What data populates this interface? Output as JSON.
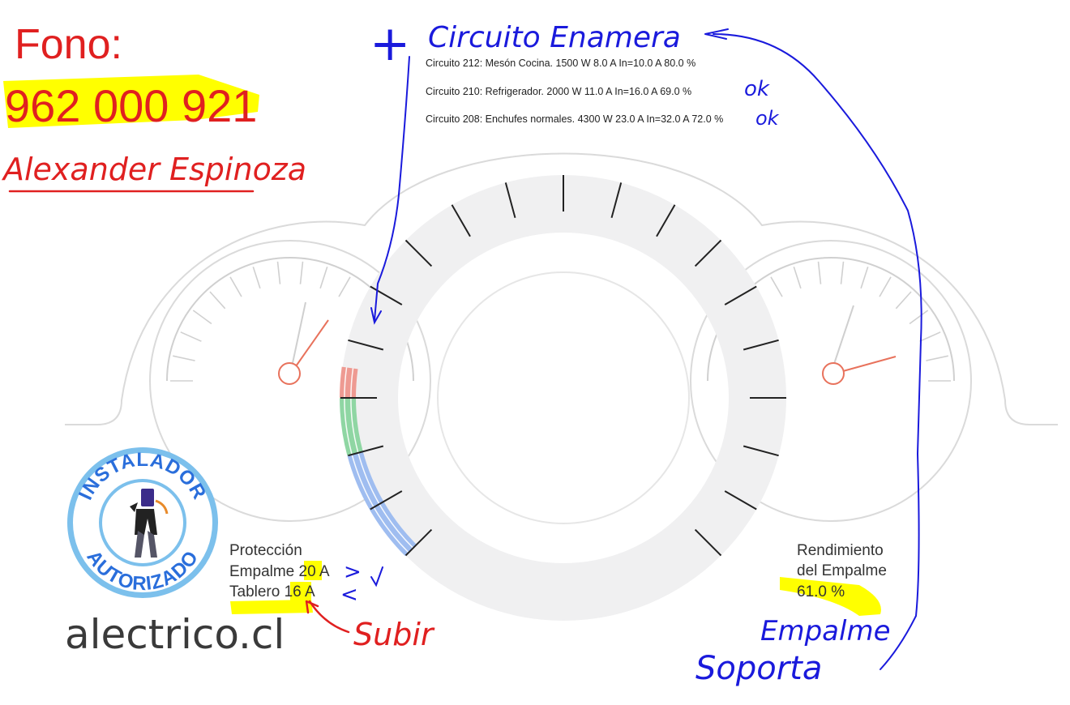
{
  "handwriting": {
    "phone_label": "Fono:",
    "phone_number": "962 000 921",
    "person_name": "Alexander Espinoza",
    "first_circuit": "Circuito Enamera",
    "plus_sign": "+",
    "ok_1": "ok",
    "ok_2": "ok",
    "greater_than": ">",
    "less_than": "<",
    "subir": "Subir",
    "empalme": "Empalme",
    "soporta": "Soporta"
  },
  "circuits": [
    "Circuito 212: Mesón Cocina. 1500 W 8.0 A In=10.0 A 80.0 %",
    "Circuito 210: Refrigerador. 2000 W 11.0 A In=16.0 A 69.0 %",
    "Circuito 208: Enchufes normales. 4300 W 23.0 A In=32.0 A 72.0 %"
  ],
  "protection": {
    "title": "Protección",
    "empalme_prefix": "Empalme ",
    "empalme_value": "20",
    "empalme_unit": " A",
    "tablero_prefix": "Tablero ",
    "tablero_value": "16",
    "tablero_unit": " A"
  },
  "performance": {
    "line1": "Rendimiento",
    "line2": "del Empalme",
    "value": "61.0 %"
  },
  "logo": {
    "top_text": "INSTALADOR",
    "bottom_text": "AUTORIZADO",
    "site": "alectrico.cl"
  },
  "colors": {
    "ink_red": "#e02020",
    "ink_blue": "#1a1adc",
    "highlight": "#ffff00",
    "needle": "#e8725c",
    "gauge_line": "#d8d8d8",
    "ring_fill": "#f0f0f1",
    "band_red": "#ee9a92",
    "band_green": "#8fd6a3",
    "band_blue": "#9fbdf0",
    "logo_blue": "#2a6edb",
    "logo_ring": "#7cc0ec"
  }
}
